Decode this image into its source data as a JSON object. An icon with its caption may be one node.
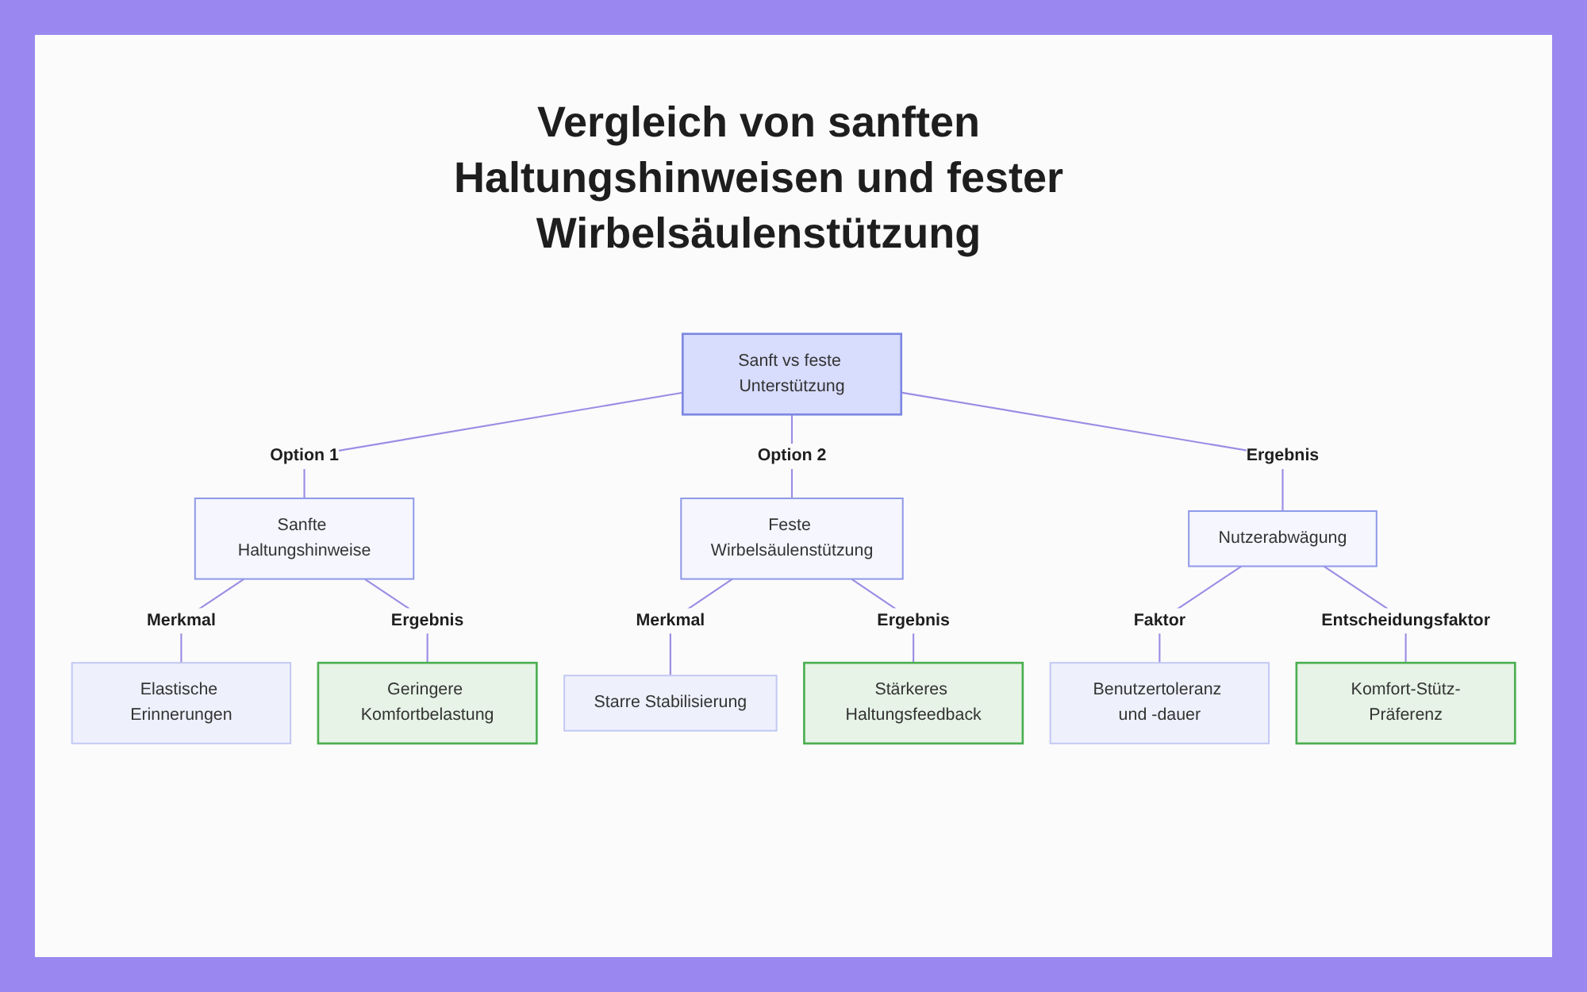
{
  "diagram": {
    "title": "Vergleich von sanften Haltungshinweisen und fester Wirbelsäulenstützung",
    "nodes": [
      {
        "text": [
          "Sanft vs feste Unterstützung"
        ]
      },
      {
        "text": [
          "Sanfte Haltungshinweise"
        ]
      },
      {
        "text": [
          "Feste Wirbelsäulenstützung"
        ]
      },
      {
        "text": [
          "Nutzerabwägung"
        ]
      },
      {
        "text": [
          "Elastische Erinnerungen"
        ]
      },
      {
        "text": [
          "Geringere Komfortbelastung"
        ]
      },
      {
        "text": [
          "Starre Stabilisierung"
        ]
      },
      {
        "text": [
          "Stärkeres Haltungsfeedback"
        ]
      },
      {
        "text": [
          "Benutzertoleranz und -dauer"
        ]
      },
      {
        "text": [
          "Komfort-Stütz-Präferenz"
        ]
      }
    ],
    "edges": [
      {
        "from": 0,
        "to": 1,
        "arrow": "none",
        "label": "Option 1"
      },
      {
        "from": 0,
        "to": 2,
        "arrow": "none",
        "label": "Option 2"
      },
      {
        "from": 0,
        "to": 3,
        "arrow": "none",
        "label": "Ergebnis"
      },
      {
        "from": 1,
        "to": 4,
        "arrow": "none",
        "label": "Merkmal"
      },
      {
        "from": 1,
        "to": 5,
        "arrow": "none",
        "label": "Ergebnis"
      },
      {
        "from": 2,
        "to": 6,
        "arrow": "none",
        "label": "Merkmal"
      },
      {
        "from": 2,
        "to": 7,
        "arrow": "none",
        "label": "Ergebnis"
      },
      {
        "from": 3,
        "to": 8,
        "arrow": "none",
        "label": "Faktor"
      },
      {
        "from": 3,
        "to": 9,
        "arrow": "none",
        "label": "Entscheidungsfaktor"
      }
    ]
  }
}
